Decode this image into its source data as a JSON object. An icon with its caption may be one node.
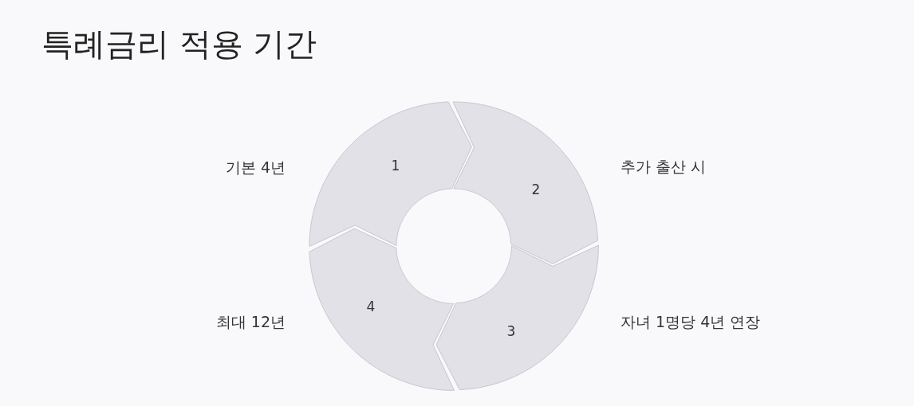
{
  "diagram": {
    "title": "특례금리 적용 기간",
    "nodes": [
      {
        "text": [
          "1"
        ],
        "beside": [
          "기본 4년"
        ]
      },
      {
        "text": [
          "2"
        ],
        "beside": [
          "추가 출산 시"
        ]
      },
      {
        "text": [
          "3"
        ],
        "beside": [
          "자녀 1명당 4년 연장"
        ]
      },
      {
        "text": [
          "4"
        ],
        "beside": [
          "최대 12년"
        ]
      }
    ]
  }
}
